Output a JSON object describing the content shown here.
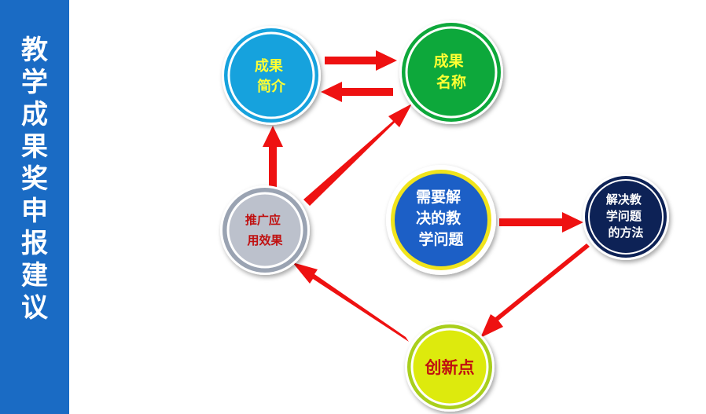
{
  "sidebar": {
    "title": "教\n学\n成\n果\n奖\n申\n报\n建\n议",
    "color": "#1a6bc4"
  },
  "diagram": {
    "arrow_color": "#ee1111",
    "nodes": {
      "intro": {
        "lines": [
          "成果",
          "简介"
        ],
        "fill": "#16a2dd",
        "ring": "#16a2dd",
        "text_color": "#ffff33"
      },
      "name": {
        "lines": [
          "成果",
          "名称"
        ],
        "fill": "#10a83a",
        "ring": "#10a83a",
        "text_color": "#ffff33"
      },
      "promotion": {
        "lines": [
          "推广应",
          "用效果"
        ],
        "fill": "#bcc1cc",
        "ring": "#9aa3b2",
        "text_color": "#c01010"
      },
      "problem": {
        "lines": [
          "需要解",
          "决的教",
          "学问题"
        ],
        "fill": "#1f5fc6",
        "ring": "#f0e41a",
        "text_color": "#ffffff"
      },
      "solution": {
        "lines": [
          "解决教",
          "学问题",
          "的方法"
        ],
        "fill": "#0e2157",
        "ring": "#0e2157",
        "text_color": "#ffffff"
      },
      "innovation": {
        "lines": [
          "创新点"
        ],
        "fill": "#ddea10",
        "ring": "#a9cf1a",
        "text_color": "#c01010"
      }
    }
  }
}
